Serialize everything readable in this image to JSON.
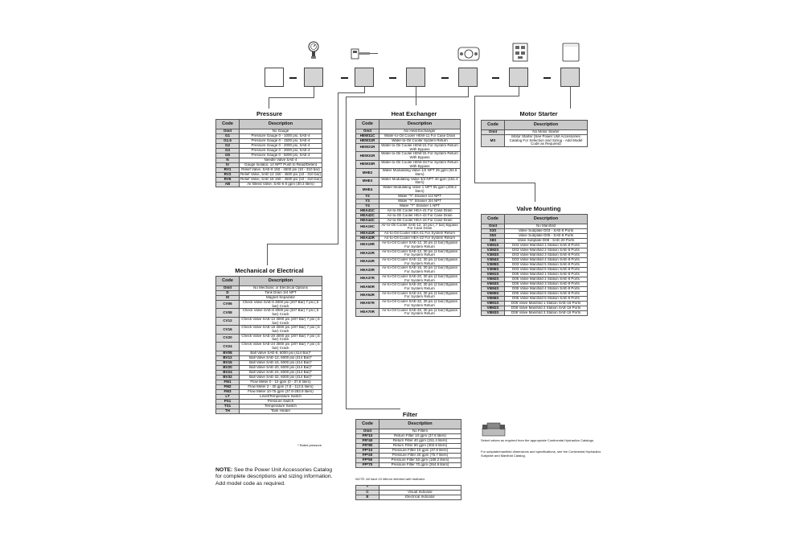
{
  "pressure": {
    "title": "Pressure",
    "headers": [
      "Code",
      "Description"
    ],
    "rows": [
      [
        "Omit",
        "No Gauge"
      ],
      [
        "G1",
        "Pressure Gauge 0 - 1000 psi, SAE-4"
      ],
      [
        "G1.5",
        "Pressure Gauge 0 - 1500 psi, SAE-4"
      ],
      [
        "G2",
        "Pressure Gauge 0 - 2000 psi, SAE-4"
      ],
      [
        "G3",
        "Pressure Gauge 0 - 3000 psi, SAE-4"
      ],
      [
        "G5",
        "Pressure Gauge 0 - 5000 psi, SAE-4"
      ],
      [
        "N",
        "Needle Valve SAE-4"
      ],
      [
        "IV",
        "Gauge Isolator, 14 NPT Push to Read/Detent"
      ],
      [
        "RV1",
        "Relief Valve, SAE-8 150 - 4500 psi (10 - 310 bar)"
      ],
      [
        "RV2",
        "Relief Valve, SAE-12 150 - 4500 psi (10 - 310 bar)"
      ],
      [
        "RV6",
        "Relief Valve, SAE-16 150 - 4500 psi (10 - 310 bar)"
      ],
      [
        "AB",
        "Air Bleed Valve, SAE-6 8 gpm (30.3 liters)"
      ]
    ]
  },
  "mechanical": {
    "title": "Mechanical or Electrical",
    "headers": [
      "Code",
      "Description"
    ],
    "rows": [
      [
        "Omit",
        "No Mechanic or Electrical Options"
      ],
      [
        "D",
        "Tank Drain 3/4 NPT"
      ],
      [
        "M",
        "Magnet Separator"
      ],
      [
        "CV06",
        "Check Valve SAE-6 3000 psi (207 Bar) 7 psi (.5 bar) Crack"
      ],
      [
        "CV08",
        "Check Valve SAE-8 3000 psi (207 Bar) 7 psi (.5 bar) Crack"
      ],
      [
        "CV12",
        "Check Valve SAE-12 3000 psi (207 Bar) 7 psi (.5 bar) Crack"
      ],
      [
        "CV16",
        "Check Valve SAE-16 3000 psi (207 Bar) 7 psi (.5 bar) Crack"
      ],
      [
        "CV20",
        "Check Valve SAE-20 3000 psi (207 Bar) 7 psi (.5 bar) Crack"
      ],
      [
        "CV24",
        "Check Valve SAE-24 3000 psi (207 Bar) 7 psi (.5 bar) Crack"
      ],
      [
        "BV08",
        "Ball Valve SAE-8, 6000 psi (414 Bar)*"
      ],
      [
        "BV12",
        "Ball Valve SAE-12, 6000 psi (414 Bar)*"
      ],
      [
        "BV16",
        "Ball Valve SAE-16, 6000 psi (414 Bar)*"
      ],
      [
        "BV20",
        "Ball Valve SAE-20, 6000 psi (414 Bar)*"
      ],
      [
        "BV24",
        "Ball Valve SAE-24, 6000 psi (414 Bar)*"
      ],
      [
        "BV32",
        "Ball Valve SAE-32, 6000 psi (414 Bar)*"
      ],
      [
        "FM1",
        "Flow Meter 0 - 10 gpm (0 - 37.8 liters)"
      ],
      [
        "FM2",
        "Flow Meter 2 - 30 gpm (7.8 - 113.5 liters)"
      ],
      [
        "FM3",
        "Flow Meter 10-75 gpm (37.8-283.9 liters)"
      ],
      [
        "LT",
        "Level/Temperature Switch"
      ],
      [
        "PS1",
        "Pressure Switch"
      ],
      [
        "TS1",
        "Temperature Switch"
      ],
      [
        "TH",
        "Tank Heater"
      ]
    ],
    "footnote": "* Rated pressure"
  },
  "heat_exchanger": {
    "title": "Heat Exchanger",
    "headers": [
      "Code",
      "Description"
    ],
    "rows": [
      [
        "Omit",
        "No Heat Exchanger"
      ],
      [
        "HEW11C",
        "Water-to-Oil Cooler HEW-11 For Case Drain"
      ],
      [
        "HEW11R",
        "Water-to-Oil Cooler System Return"
      ],
      [
        "HEW21R",
        "Water-to-Oil Cooler HEW-21 For System Return With Bypass"
      ],
      [
        "HEW31R",
        "Water-to-Oil Cooler HEW-31 For System Return With Bypass"
      ],
      [
        "HEW33R",
        "Water-to-Oil Cooler HEW-33 For System Return With Bypass"
      ],
      [
        "MHE2",
        "Water Modulating Valve 1/2 NPT 25 gpm (94.6 liters)"
      ],
      [
        "MHE3",
        "Water Modulating Valve 3/4 NPT 40 gpm (151.4 liters)"
      ],
      [
        "MHE4",
        "Water Modulating Valve 1 NPT 55 gpm (208.2 liters)"
      ],
      [
        "Y2",
        "Water \"Y\" Strainer 1/2 NPT"
      ],
      [
        "Y3",
        "Water \"Y\" Strainer 3/4 NPT"
      ],
      [
        "Y4",
        "Water \"Y\" Strainer 1 NPT"
      ],
      [
        "HEA41C",
        "Air-to-Oil Cooler HEA-41 For Case Drain"
      ],
      [
        "HEA42C",
        "Air-to-Oil Cooler HEA-42 For Case Drain"
      ],
      [
        "HEA44C",
        "Air-to-Oil Cooler HEA-44 For Case Drain"
      ],
      [
        "HEA19C",
        "Air-to-Oil Cooler SAE-12, 10 psi (.7 bar) Bypass For Case Drain"
      ],
      [
        "HEA41R",
        "Air-to-Oil Cooler HEA-41 For System Return"
      ],
      [
        "HEA42R",
        "Air-to-Oil Cooler HEA-42 For System Return"
      ],
      [
        "HEA19R",
        "Air-to-Oil Cooler SAE-12, 30 psi (2 bar) Bypass For System Return"
      ],
      [
        "HEA22R",
        "Air-to-Oil Cooler SAE-12, 30 psi (2 bar) Bypass For System Return"
      ],
      [
        "HEA24R",
        "Air-to-Oil Cooler SAE-12, 30 psi (2 bar) Bypass For System Return"
      ],
      [
        "HEA33R",
        "Air-to-Oil Cooler SAE-16, 30 psi (2 bar) Bypass For System Return"
      ],
      [
        "HEA37R",
        "Air-to-Oil Cooler SAE-20, 30 psi (2 bar) Bypass For System Return"
      ],
      [
        "HEA50R",
        "Air-to-Oil Cooler SAE-20, 30 psi (2 bar) Bypass For System Return"
      ],
      [
        "HEA54R",
        "Air-to-Oil Cooler SAE-24, 30 psi (2 bar) Bypass For System Return"
      ],
      [
        "HEA57R",
        "Air-to-Oil Cooler SAE-32, 30 psi (2 bar) Bypass For System Return"
      ],
      [
        "HEA70R",
        "Air-to-Oil Cooler SAE-32, 30 psi (2 bar) Bypass For System Return"
      ]
    ]
  },
  "filter": {
    "title": "Filter",
    "headers": [
      "Code",
      "Description"
    ],
    "rows": [
      [
        "Omit",
        "No Filters"
      ],
      [
        "FR*10",
        "Return Filter 10 gpm (37.8 liters)"
      ],
      [
        "FR*40",
        "Return Filter 40 gpm (151.4 liters)"
      ],
      [
        "FR*80",
        "Return Filter 80 gpm (302.8 liters)"
      ],
      [
        "FP*10",
        "Pressure Filter 10 gpm (37.8 liters)"
      ],
      [
        "FP*20",
        "Pressure Filter 20 gpm (75.7 liters)"
      ],
      [
        "FP*50",
        "Pressure Filter 50 gpm (189.2 liters)"
      ],
      [
        "FP*70",
        "Pressure Filter 70 gpm (264.9 liters)"
      ]
    ],
    "note": "NOTE: All have 10 Micron element with Indicator.",
    "indicator_rows": [
      [
        "*",
        ""
      ],
      [
        "C",
        "Visual Indicator"
      ],
      [
        "E",
        "Electrical Indicator"
      ]
    ]
  },
  "motor_starter": {
    "title": "Motor Starter",
    "headers": [
      "Code",
      "Description"
    ],
    "rows": [
      [
        "Omit",
        "No Motor Starter"
      ],
      [
        "MS",
        "Motor Starter (See Power Unit Accessories Catalog For Selection and Sizing - Add Model Code as Required)"
      ]
    ]
  },
  "valve_mounting": {
    "title": "Valve Mounting",
    "headers": [
      "Code",
      "Description"
    ],
    "rows": [
      [
        "Omit",
        "No Manifold"
      ],
      [
        "S3S",
        "Valve Subplate D03 - SAE-8 Ports"
      ],
      [
        "S5S",
        "Valve Subplate D05 - SAE-8 Ports"
      ],
      [
        "S8S",
        "Valve Subplate D08 - SAE-20 Ports"
      ],
      [
        "V3M1S",
        "D03 Valve Manifold 1 Station SAE-8 Ports"
      ],
      [
        "V3M2S",
        "D03 Valve Manifold 2 Station SAE-8 Ports"
      ],
      [
        "V3M3S",
        "D03 Valve Manifold 3 Station SAE-8 Ports"
      ],
      [
        "V3M4S",
        "D03 Valve Manifold 4 Station SAE-8 Ports"
      ],
      [
        "V3M5S",
        "D03 Valve Manifold 5 Station SAE-8 Ports"
      ],
      [
        "V3M6S",
        "D03 Valve Manifold 6 Station SAE-8 Ports"
      ],
      [
        "V5M1S",
        "D05 Valve Manifold 1 Station SAE-8 Ports"
      ],
      [
        "V5M2S",
        "D05 Valve Manifold 2 Station SAE-8 Ports"
      ],
      [
        "V5M3S",
        "D05 Valve Manifold 3 Station SAE-8 Ports"
      ],
      [
        "V5M4S",
        "D05 Valve Manifold 4 Station SAE-8 Ports"
      ],
      [
        "V5M5S",
        "D05 Valve Manifold 5 Station SAE-8 Ports"
      ],
      [
        "V5M6S",
        "D05 Valve Manifold 6 Station SAE-8 Ports"
      ],
      [
        "V8M1S",
        "D08 Valve Manifold 1 Station SAE-16 Ports"
      ],
      [
        "V8M2S",
        "D08 Valve Manifold 2 Station SAE-16 Ports"
      ],
      [
        "V8M3S",
        "D08 Valve Manifold 3 Station SAE-16 Ports"
      ]
    ],
    "note1": "Select valves as required from the appropriate Continental Hydraulics Catalogs.",
    "note2": "For subplate/manifold dimensions and specifications, see the Continental Hydraulics Subplate and Manifold Catalog."
  },
  "main_note": {
    "label": "NOTE:",
    "text": "See the Power Unit Accessories Catalog for complete descriptions and sizing information.",
    "text2": "Add model code as required."
  }
}
